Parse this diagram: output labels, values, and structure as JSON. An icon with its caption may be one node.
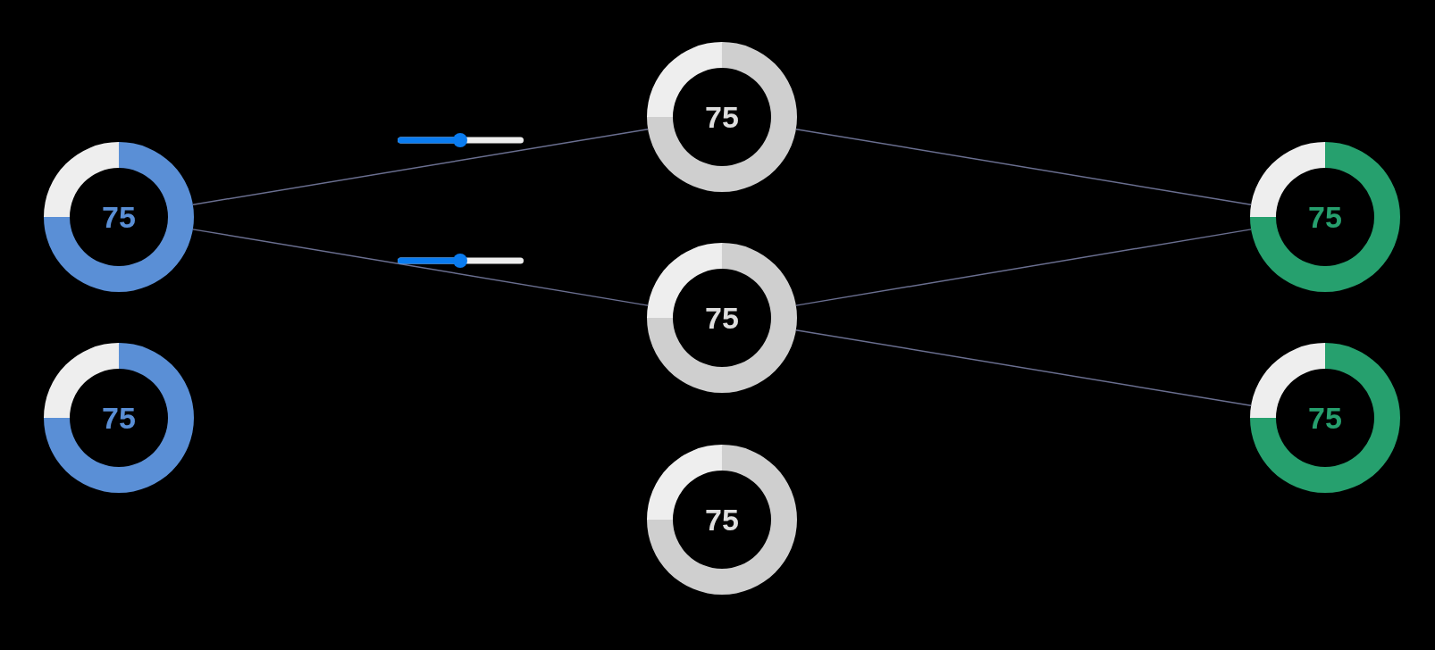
{
  "diagram": {
    "nodes": [
      {
        "text": [
          "75"
        ]
      },
      {
        "text": [
          "75"
        ]
      },
      {
        "text": [
          "75"
        ]
      },
      {
        "text": [
          "75"
        ]
      },
      {
        "text": [
          "75"
        ]
      },
      {
        "text": [
          "75"
        ]
      },
      {
        "text": [
          "75"
        ]
      }
    ],
    "edges": [
      {
        "from": 0,
        "to": 2,
        "arrow": "none"
      },
      {
        "from": 0,
        "to": 3,
        "arrow": "none"
      },
      {
        "from": 2,
        "to": 5,
        "arrow": "none"
      },
      {
        "from": 3,
        "to": 5,
        "arrow": "none"
      },
      {
        "from": 3,
        "to": 6,
        "arrow": "none"
      }
    ]
  }
}
